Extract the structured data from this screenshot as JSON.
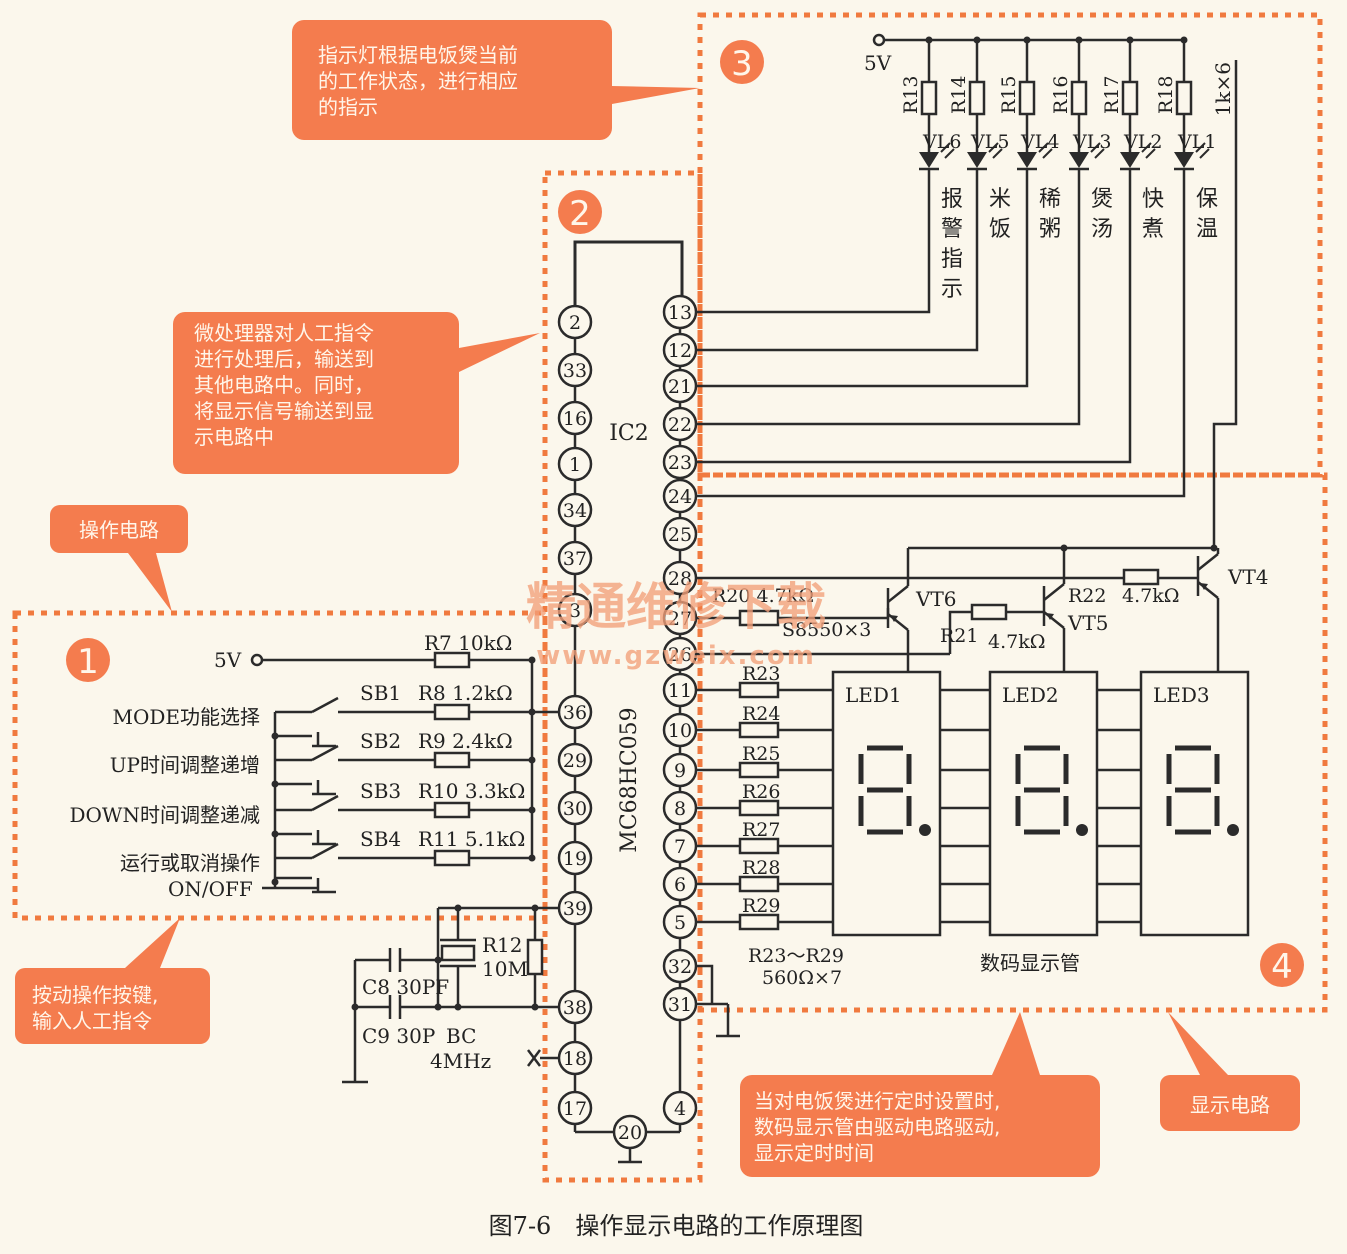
{
  "colors": {
    "wire": "#2b2b2b",
    "dashed_border": "#f07a3f",
    "callout_fill": "#f47c4e",
    "callout_text": "#fff6ea",
    "watermark": "#f3a07a",
    "background": "#fbf7ec"
  },
  "section_numbers": [
    "1",
    "2",
    "3",
    "4"
  ],
  "callouts": {
    "indicator": [
      "指示灯根据电饭煲当前",
      "的工作状态，进行相应",
      "的指示"
    ],
    "microprocessor": [
      "微处理器对人工指令",
      "进行处理后，输送到",
      "其他电路中。同时，",
      "将显示信号输送到显",
      "示电路中"
    ],
    "operation_circuit": [
      "操作电路"
    ],
    "keys": [
      "按动操作按键,",
      "输入人工指令"
    ],
    "timer": [
      "当对电饭煲进行定时设置时,",
      "数码显示管由驱动电路驱动,",
      "显示定时时间"
    ],
    "display_circuit": [
      "显示电路"
    ]
  },
  "ic": {
    "name": "IC2",
    "part": "MC68HC059",
    "left_pins": [
      "2",
      "33",
      "16",
      "1",
      "34",
      "37",
      "3",
      "36",
      "29",
      "30",
      "19",
      "39",
      "38",
      "18",
      "17"
    ],
    "right_pins": [
      "13",
      "12",
      "21",
      "22",
      "23",
      "24",
      "25",
      "28",
      "27",
      "26",
      "11",
      "10",
      "9",
      "8",
      "7",
      "6",
      "5",
      "32",
      "31",
      "4"
    ],
    "bottom_pin": "20"
  },
  "indicator_circuit": {
    "supply": "5V",
    "resistors": [
      "R13",
      "R14",
      "R15",
      "R16",
      "R17",
      "R18"
    ],
    "resistor_value": "1k×6",
    "leds": [
      "VL6",
      "VL5",
      "VL4",
      "VL3",
      "VL2",
      "VL1"
    ],
    "functions": [
      "报警指示",
      "米饭",
      "稀粥",
      "煲汤",
      "快煮",
      "保温"
    ]
  },
  "operation_circuit": {
    "supply": "5V",
    "pullup": "R7 10kΩ",
    "switches": [
      "SB1",
      "SB2",
      "SB3",
      "SB4"
    ],
    "resistors": [
      "R8 1.2kΩ",
      "R9 2.4kΩ",
      "R10 3.3kΩ",
      "R11 5.1kΩ"
    ],
    "key_labels": [
      "MODE功能选择",
      "UP时间调整递增",
      "DOWN时间调整递减",
      "运行或取消操作",
      "ON/OFF"
    ]
  },
  "oscillator": {
    "c8": "C8 30PF",
    "c9": "C9 30P",
    "crystal": "BC",
    "frequency": "4MHz",
    "r12_name": "R12",
    "r12_value": "10M"
  },
  "display_circuit": {
    "transistors": [
      "VT6",
      "VT5",
      "VT4"
    ],
    "transistor_type": "S8550×3",
    "base_resistors": [
      "R20 4.7kΩ",
      "R21",
      "4.7kΩ",
      "R22",
      "4.7kΩ"
    ],
    "segment_resistors": [
      "R23",
      "R24",
      "R25",
      "R26",
      "R27",
      "R28",
      "R29"
    ],
    "segment_note": [
      "R23～R29",
      "560Ω×7"
    ],
    "led_displays": [
      "LED1",
      "LED2",
      "LED3"
    ],
    "display_label": "数码显示管"
  },
  "watermark": {
    "cn": "精通维修下载",
    "url": "www.gzweix.com"
  },
  "caption": "图7-6　操作显示电路的工作原理图"
}
